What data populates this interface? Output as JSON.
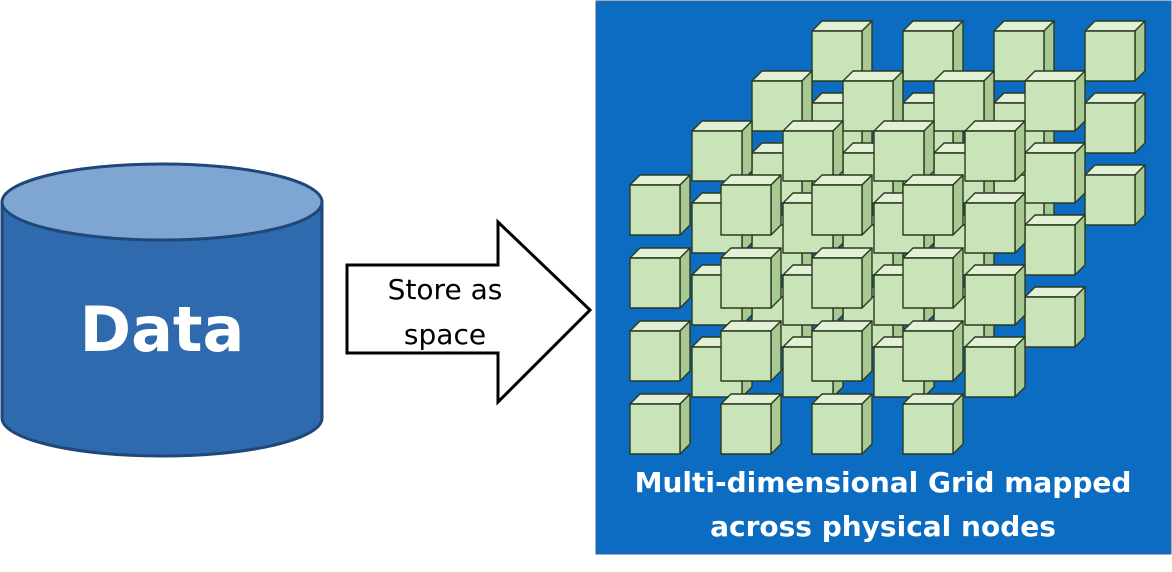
{
  "cylinder": {
    "label": "Data"
  },
  "arrow": {
    "line1": "Store as",
    "line2": "space"
  },
  "grid": {
    "caption_line1": "Multi-dimensional Grid mapped",
    "caption_line2": "across physical nodes"
  },
  "colors": {
    "cylinder_body": "#2f6aae",
    "cylinder_top": "#7fa6d2",
    "cylinder_stroke": "#1f4778",
    "panel": "#0b6cc2",
    "cube_front": "#c9e4b8",
    "cube_top": "#e2f1d6",
    "cube_side": "#a9c993",
    "cube_stroke": "#2a3a20"
  }
}
